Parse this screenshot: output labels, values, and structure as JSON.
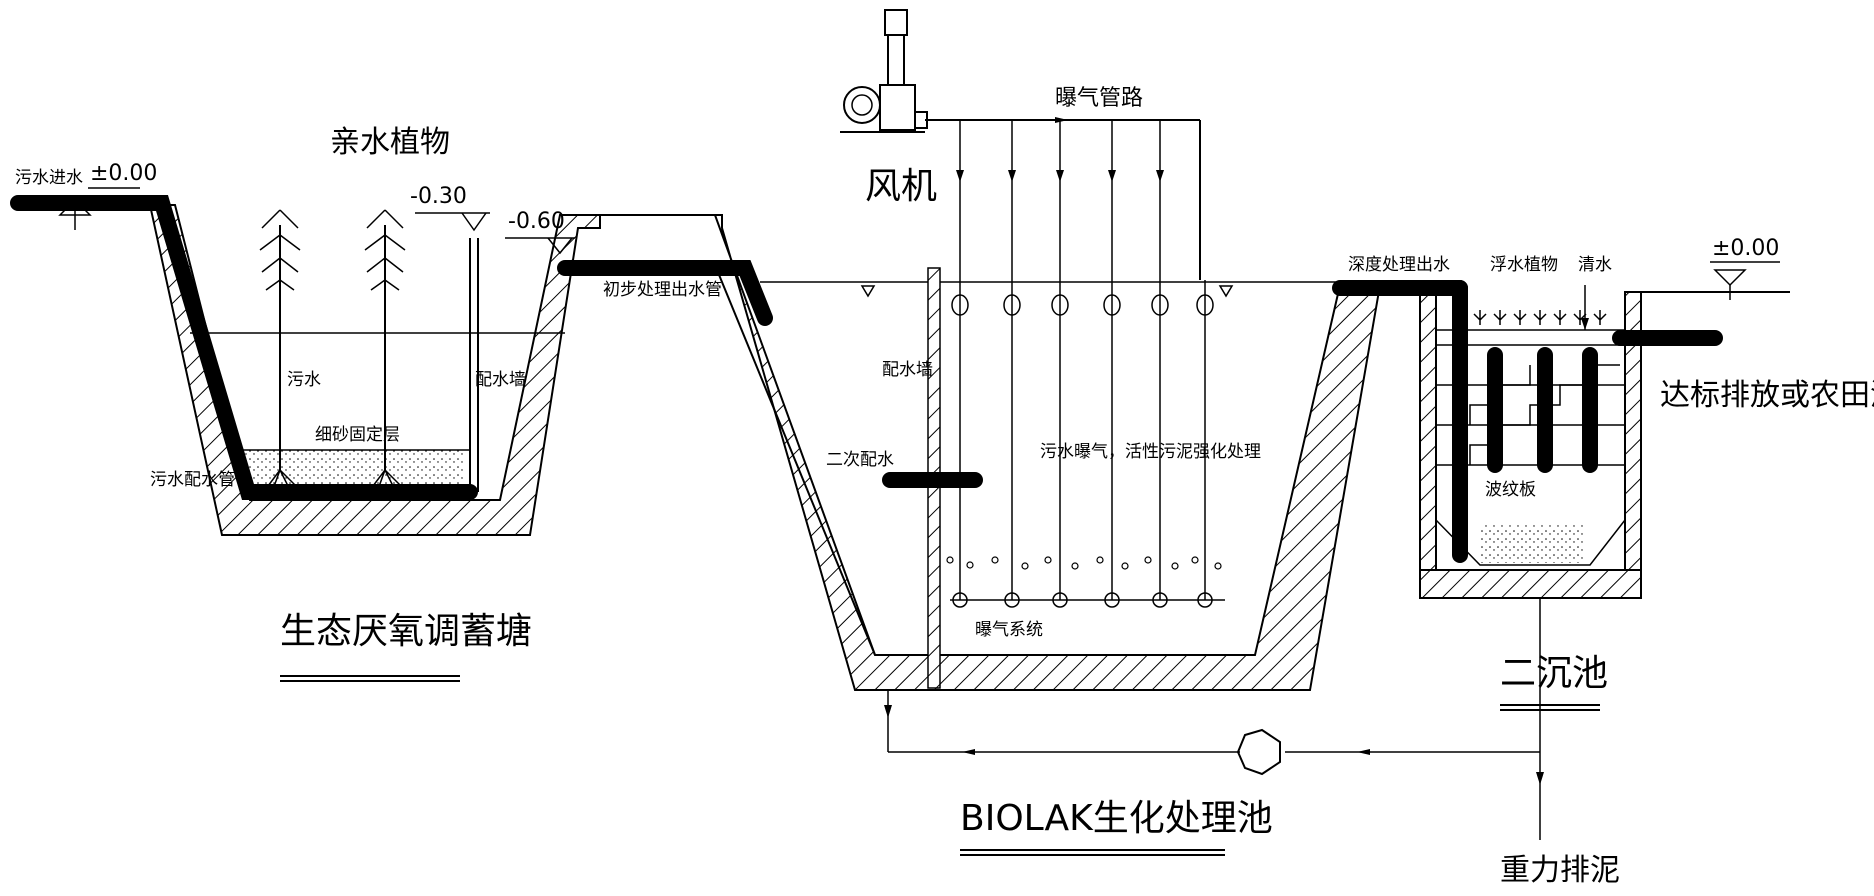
{
  "labels": {
    "pond1_title": "生态厌氧调蓄塘",
    "aquatic_plants": "亲水植物",
    "level_000_left": "±0.00",
    "level_030": "-0.30",
    "level_060": "-0.60",
    "sewage_inlet": "污水进水",
    "sewage_text": "污水",
    "water_wall_1": "配水墙",
    "gravel_layer": "细砂固定层",
    "sewage_pipe": "污水配水管",
    "primary_outlet_pipe": "初步处理出水管",
    "blower": "风机",
    "aeration_pipe": "曝气管路",
    "water_wall_2": "配水墙",
    "secondary_distribution": "二次配水",
    "aeration_process": "污水曝气，活性污泥强化处理",
    "aeration_system": "曝气系统",
    "biolak_title": "BIOLAK生化处理池",
    "deep_outlet": "深度处理出水",
    "floating_plants": "浮水植物",
    "clear_water": "清水",
    "level_000_right": "±0.00",
    "discharge": "达标排放或农田灌溉",
    "baffle": "波纹板",
    "secondary_clarifier": "二沉池",
    "gravity_sludge": "重力排泥"
  },
  "colors": {
    "ink": "#000000",
    "background": "#ffffff"
  }
}
